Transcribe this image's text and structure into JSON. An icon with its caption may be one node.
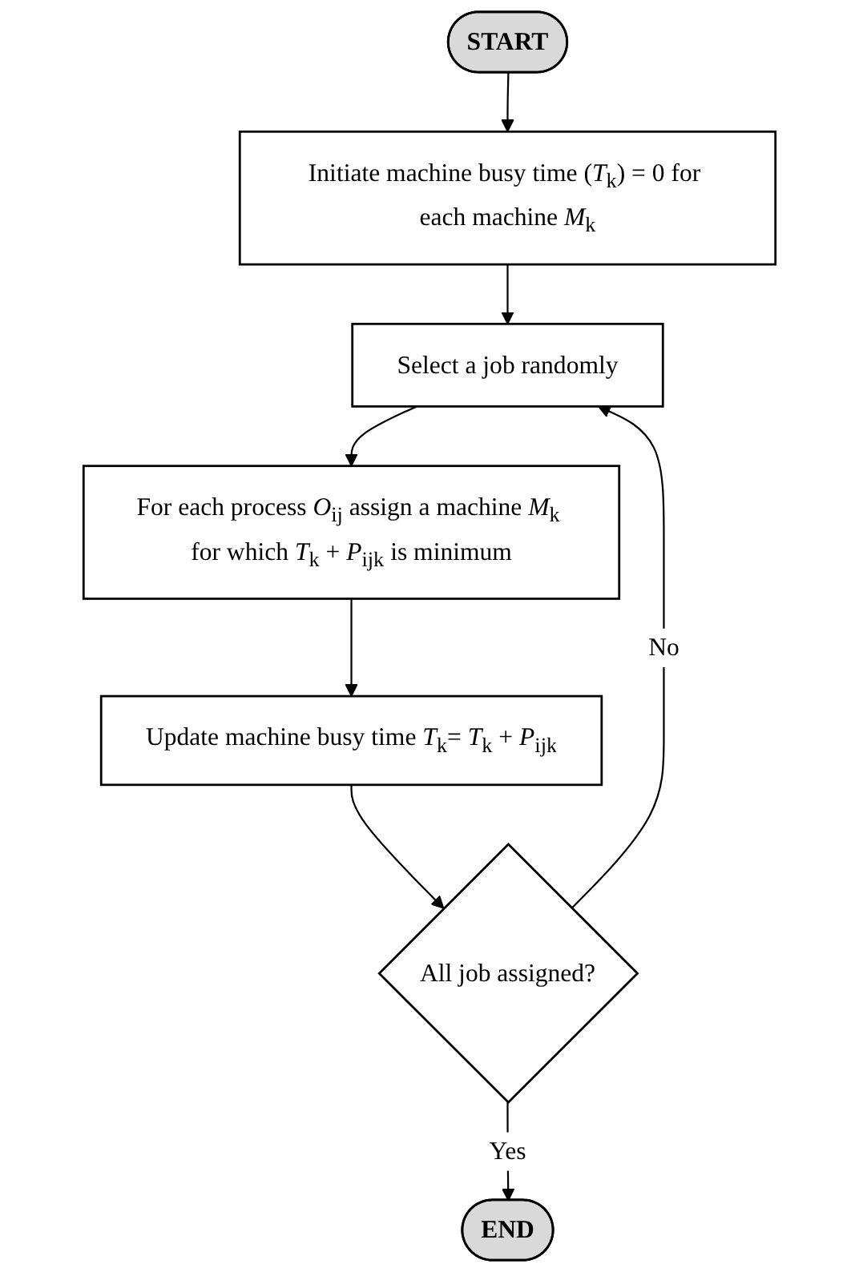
{
  "diagram": {
    "nodes": [
      {
        "text": [
          "START"
        ]
      },
      {
        "text": [
          "Initiate machine busy time (*T*$_{k}$) = 0 for each machine *M*$_{k}$"
        ]
      },
      {
        "text": [
          "Select a job randomly"
        ]
      },
      {
        "text": [
          "For each process *O*$_{ij}$ assign a machine *M*$_{k}$ for which *T*$_{k}$ + *P*$_{ijk}$ is minimum"
        ]
      },
      {
        "text": [
          "Update machine busy time *T*$_{k}$= *T*$_{k}$ + *P*$_{ijk}$"
        ]
      },
      {
        "text": [
          "All job assigned?"
        ]
      },
      {
        "text": [
          "END"
        ]
      }
    ],
    "edges": [
      {
        "from": 0,
        "to": 1,
        "arrow": "to"
      },
      {
        "from": 1,
        "to": 2,
        "arrow": "to"
      },
      {
        "from": 2,
        "to": 3,
        "arrow": "to"
      },
      {
        "from": 3,
        "to": 4,
        "arrow": "to"
      },
      {
        "from": 4,
        "to": 5,
        "arrow": "to"
      },
      {
        "from": 5,
        "to": 2,
        "label": "No",
        "arrow": "to"
      },
      {
        "from": 5,
        "to": 6,
        "label": "Yes",
        "arrow": "to"
      }
    ]
  }
}
